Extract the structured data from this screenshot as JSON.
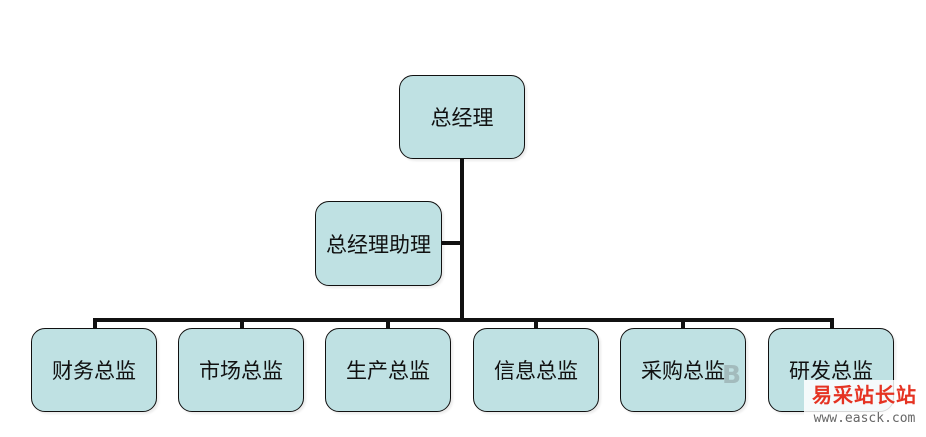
{
  "org_chart": {
    "root": "总经理",
    "assistant": "总经理助理",
    "departments": [
      "财务总监",
      "市场总监",
      "生产总监",
      "信息总监",
      "采购总监",
      "研发总监"
    ]
  },
  "colors": {
    "node_fill": "#bfe1e3",
    "node_border": "#111111",
    "connector": "#111111",
    "watermark_red": "#e53322",
    "watermark_gray": "#666666"
  },
  "watermark": {
    "site_name": "易采站长站",
    "url": "www.easck.com",
    "ghost_letter": "B"
  }
}
